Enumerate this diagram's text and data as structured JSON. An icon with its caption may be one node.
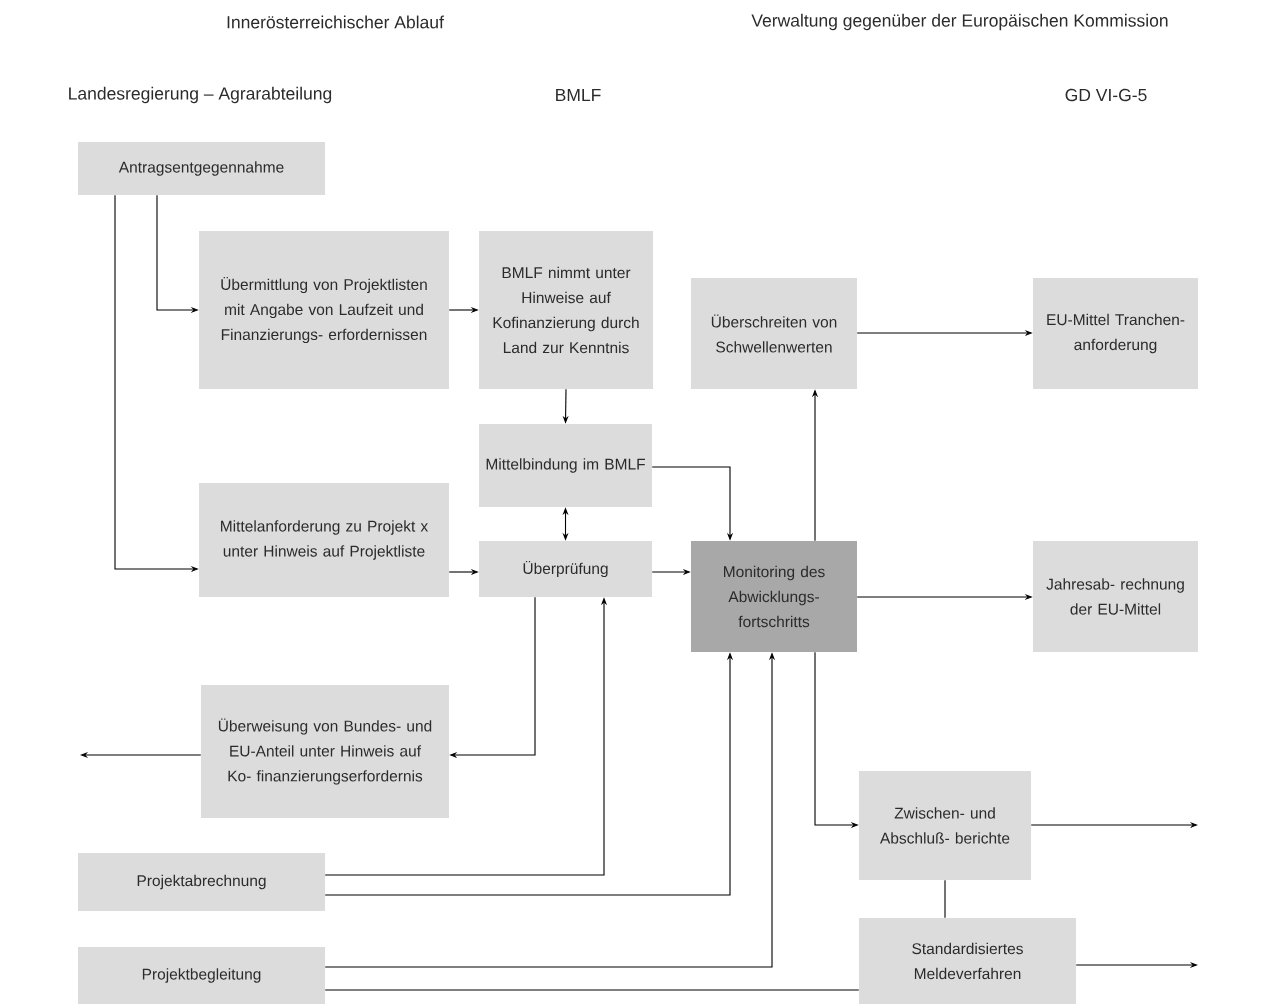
{
  "diagram": {
    "nodes": [
      {
        "text": [
          "Antragsentgegennahme"
        ]
      },
      {
        "text": [
          "Übermittlung von Projektlisten mit Angabe von Laufzeit und Finanzierungs- erfordernissen"
        ]
      },
      {
        "text": [
          "BMLF nimmt unter Hinweise auf Kofinanzierung durch Land zur Kenntnis"
        ]
      },
      {
        "text": [
          "Überschreiten von Schwellenwerten"
        ]
      },
      {
        "text": [
          "EU-Mittel Tranchen- anforderung"
        ]
      },
      {
        "text": [
          "Mittelbindung im BMLF"
        ]
      },
      {
        "text": [
          "Mittelanforderung zu Projekt x unter Hinweis auf Projektliste"
        ]
      },
      {
        "text": [
          "Überprüfung"
        ]
      },
      {
        "text": [
          "Monitoring des Abwicklungs- fortschritts"
        ]
      },
      {
        "text": [
          "Jahresab- rechnung der EU-Mittel"
        ]
      },
      {
        "text": [
          "Überweisung von Bundes- und EU-Anteil unter Hinweis auf Ko- finanzierungserfordernis"
        ]
      },
      {
        "text": [
          "Zwischen- und Abschluß- berichte"
        ]
      },
      {
        "text": [
          "Projektabrechnung"
        ]
      },
      {
        "text": [
          "Standardisiertes Meldeverfahren"
        ]
      },
      {
        "text": [
          "Projektbegleitung"
        ]
      }
    ],
    "edges": [
      {
        "from": 0,
        "to": 1,
        "arrow": "to"
      },
      {
        "from": 0,
        "to": 6,
        "arrow": "to"
      },
      {
        "from": 1,
        "to": 2,
        "arrow": "to"
      },
      {
        "from": 2,
        "to": 5,
        "arrow": "to"
      },
      {
        "from": 5,
        "to": 7,
        "arrow": "both"
      },
      {
        "from": 5,
        "to": 8,
        "arrow": "to"
      },
      {
        "from": 6,
        "to": 7,
        "arrow": "to"
      },
      {
        "from": 7,
        "to": 8,
        "arrow": "to"
      },
      {
        "from": 8,
        "to": 3,
        "arrow": "to"
      },
      {
        "from": 3,
        "to": 4,
        "arrow": "to"
      },
      {
        "from": 8,
        "to": 9,
        "arrow": "to"
      },
      {
        "from": 7,
        "to": 10,
        "arrow": "to"
      },
      {
        "from": 10,
        "to": null,
        "arrow": "to"
      },
      {
        "from": 12,
        "to": 7,
        "arrow": "to"
      },
      {
        "from": 12,
        "to": 8,
        "arrow": "to"
      },
      {
        "from": 14,
        "to": 8,
        "arrow": "to"
      },
      {
        "from": 14,
        "to": 13,
        "arrow": "none"
      },
      {
        "from": 8,
        "to": 11,
        "arrow": "to"
      },
      {
        "from": 11,
        "to": null,
        "arrow": "to"
      },
      {
        "from": 13,
        "to": null,
        "arrow": "to"
      },
      {
        "from": 11,
        "to": 13,
        "arrow": "none"
      }
    ],
    "labels": [
      "Innerösterreichischer Ablauf",
      "Verwaltung gegenüber der Europäischen Kommission",
      "Landesregierung – Agrarabteilung",
      "BMLF",
      "GD VI-G-5"
    ]
  }
}
